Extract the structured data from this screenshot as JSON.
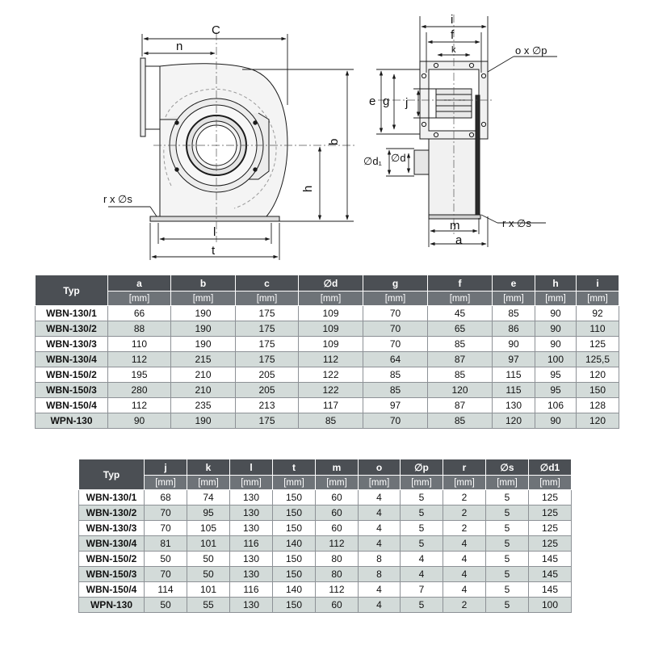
{
  "drawing": {
    "labels": {
      "C": "C",
      "n": "n",
      "b": "b",
      "h": "h",
      "l": "l",
      "t": "t",
      "rs_left": "r x ∅s",
      "i": "i",
      "f": "f",
      "k": "k",
      "op": "o x ∅p",
      "e": "e",
      "g": "g",
      "j": "j",
      "d1": "∅d₁",
      "d": "∅d",
      "m": "m",
      "a": "a",
      "rs_right": "r x ∅s"
    }
  },
  "table1": {
    "typ_label": "Typ",
    "headers": [
      "a",
      "b",
      "c",
      "∅d",
      "g",
      "f",
      "e",
      "h",
      "i"
    ],
    "units": [
      "[mm]",
      "[mm]",
      "[mm]",
      "[mm]",
      "[mm]",
      "[mm]",
      "[mm]",
      "[mm]",
      "[mm]"
    ],
    "rows": [
      {
        "name": "WBN-130/1",
        "values": [
          "66",
          "190",
          "175",
          "109",
          "70",
          "45",
          "85",
          "90",
          "92"
        ]
      },
      {
        "name": "WBN-130/2",
        "values": [
          "88",
          "190",
          "175",
          "109",
          "70",
          "65",
          "86",
          "90",
          "110"
        ]
      },
      {
        "name": "WBN-130/3",
        "values": [
          "110",
          "190",
          "175",
          "109",
          "70",
          "85",
          "90",
          "90",
          "125"
        ]
      },
      {
        "name": "WBN-130/4",
        "values": [
          "112",
          "215",
          "175",
          "112",
          "64",
          "87",
          "97",
          "100",
          "125,5"
        ]
      },
      {
        "name": "WBN-150/2",
        "values": [
          "195",
          "210",
          "205",
          "122",
          "85",
          "85",
          "115",
          "95",
          "120"
        ]
      },
      {
        "name": "WBN-150/3",
        "values": [
          "280",
          "210",
          "205",
          "122",
          "85",
          "120",
          "115",
          "95",
          "150"
        ]
      },
      {
        "name": "WBN-150/4",
        "values": [
          "112",
          "235",
          "213",
          "117",
          "97",
          "87",
          "130",
          "106",
          "128"
        ]
      },
      {
        "name": "WPN-130",
        "values": [
          "90",
          "190",
          "175",
          "85",
          "70",
          "85",
          "120",
          "90",
          "120"
        ]
      }
    ]
  },
  "table2": {
    "typ_label": "Typ",
    "headers": [
      "j",
      "k",
      "l",
      "t",
      "m",
      "o",
      "∅p",
      "r",
      "∅s",
      "∅d1"
    ],
    "units": [
      "[mm]",
      "[mm]",
      "[mm]",
      "[mm]",
      "[mm]",
      "[mm]",
      "[mm]",
      "[mm]",
      "[mm]",
      "[mm]"
    ],
    "rows": [
      {
        "name": "WBN-130/1",
        "values": [
          "68",
          "74",
          "130",
          "150",
          "60",
          "4",
          "5",
          "2",
          "5",
          "125"
        ]
      },
      {
        "name": "WBN-130/2",
        "values": [
          "70",
          "95",
          "130",
          "150",
          "60",
          "4",
          "5",
          "2",
          "5",
          "125"
        ]
      },
      {
        "name": "WBN-130/3",
        "values": [
          "70",
          "105",
          "130",
          "150",
          "60",
          "4",
          "5",
          "2",
          "5",
          "125"
        ]
      },
      {
        "name": "WBN-130/4",
        "values": [
          "81",
          "101",
          "116",
          "140",
          "112",
          "4",
          "5",
          "4",
          "5",
          "125"
        ]
      },
      {
        "name": "WBN-150/2",
        "values": [
          "50",
          "50",
          "130",
          "150",
          "80",
          "8",
          "4",
          "4",
          "5",
          "145"
        ]
      },
      {
        "name": "WBN-150/3",
        "values": [
          "70",
          "50",
          "130",
          "150",
          "80",
          "8",
          "4",
          "4",
          "5",
          "145"
        ]
      },
      {
        "name": "WBN-150/4",
        "values": [
          "114",
          "101",
          "116",
          "140",
          "112",
          "4",
          "7",
          "4",
          "5",
          "145"
        ]
      },
      {
        "name": "WPN-130",
        "values": [
          "50",
          "55",
          "130",
          "150",
          "60",
          "4",
          "5",
          "2",
          "5",
          "100"
        ]
      }
    ]
  },
  "colors": {
    "header_bg": "#4b4f54",
    "unit_bg": "#6e7378",
    "row_alt_bg": "#d3dbd9",
    "row_bg": "#ffffff",
    "line": "#1a1a1a"
  }
}
